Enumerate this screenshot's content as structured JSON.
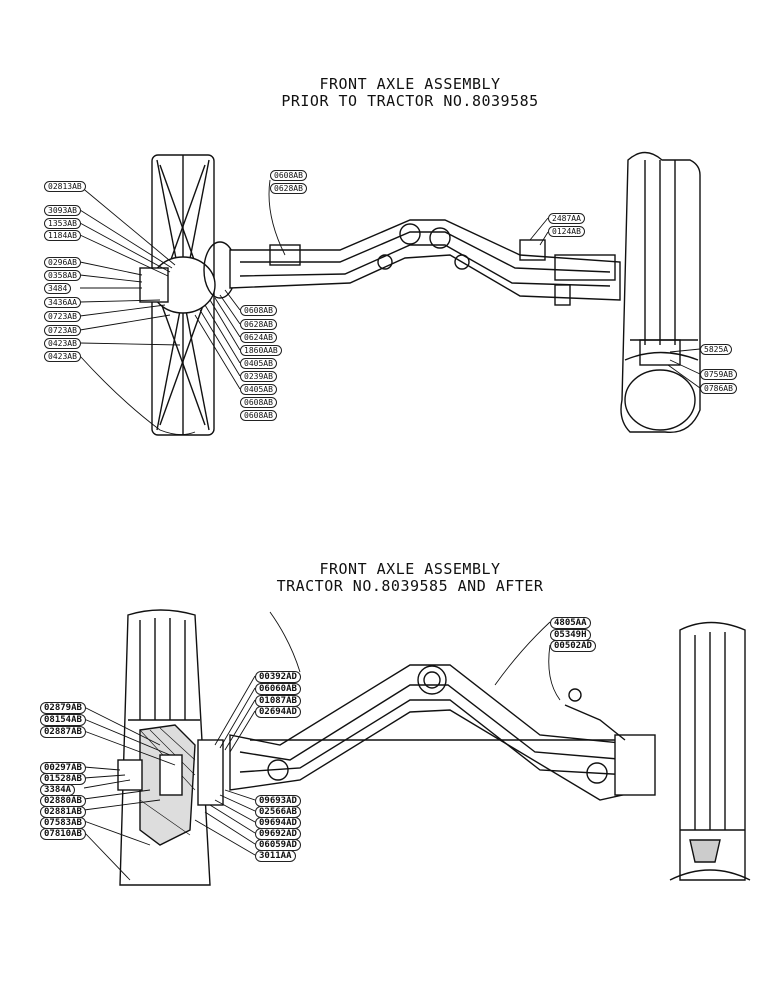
{
  "diagram_top": {
    "title_line1": "FRONT AXLE ASSEMBLY",
    "title_line2": "PRIOR TO TRACTOR NO.8039585",
    "left_callouts": [
      "0281ЗАВ",
      "3093AB",
      "1353AB",
      "1184AB",
      "0296AB",
      "0358AB",
      "3484",
      "3436AA",
      "0723AB",
      "0723AB",
      "0423AB",
      "0423AB"
    ],
    "mid_callouts": [
      "0608AB",
      "0628AB",
      "0624AB",
      "1860AAB",
      "0405AB",
      "0239AB",
      "0405AB",
      "0608AB",
      "0608AB"
    ],
    "upper_callouts": [
      "0608AB",
      "0628AB"
    ],
    "right_callouts": [
      "2487AA",
      "0124AB"
    ],
    "wheel_callouts": [
      "5825A",
      "0759AB",
      "0786AB"
    ]
  },
  "diagram_bottom": {
    "title_line1": "FRONT AXLE ASSEMBLY",
    "title_line2": "TRACTOR NO.8039585 AND AFTER",
    "left_callouts": [
      "02879AB",
      "08154AB",
      "02887AB",
      "00297AB",
      "01528AB",
      "3384A",
      "02880AB",
      "02881AB",
      "07583AB",
      "07810AB"
    ],
    "center_callouts": [
      "00392AD",
      "06060AB",
      "01087AB",
      "02694AD"
    ],
    "lower_callouts": [
      "09693AD",
      "02566AB",
      "09694AD",
      "09692AD",
      "06059AD",
      "3011AA"
    ],
    "right_callouts": [
      "4805AA",
      "05349H",
      "00502AD"
    ]
  }
}
